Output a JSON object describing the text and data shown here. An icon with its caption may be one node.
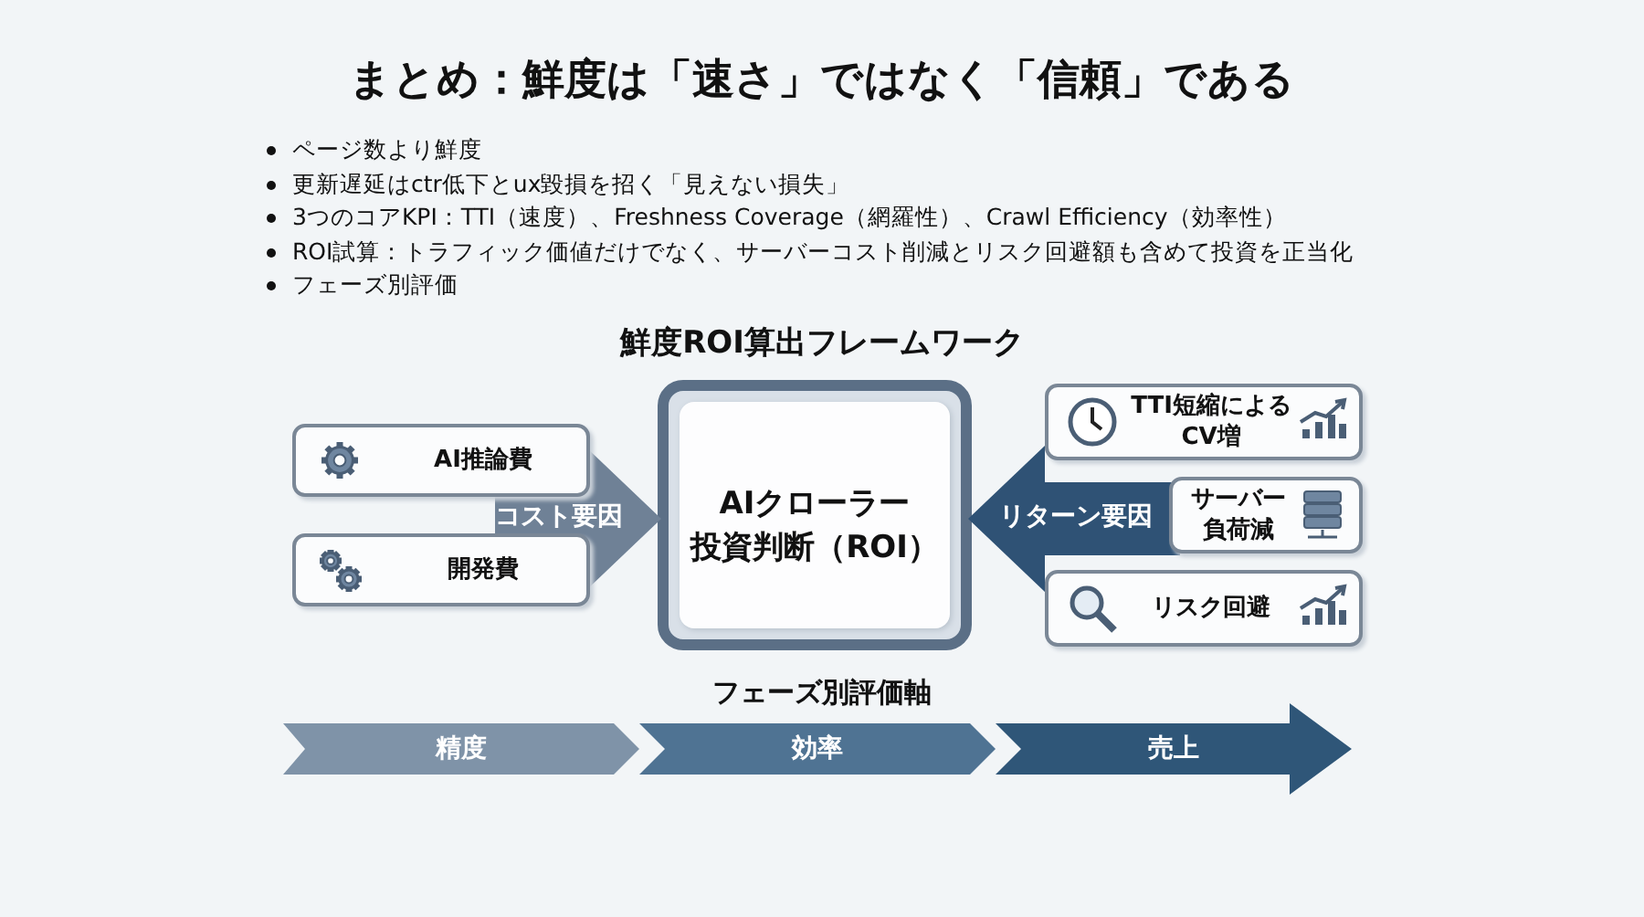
{
  "diagram": {
    "title": "まとめ：鮮度は「速さ」ではなく「信頼」である",
    "nodes": [
      {
        "text": [
          "AI推論費"
        ]
      },
      {
        "text": [
          "開発費"
        ]
      },
      {
        "text": [
          "AIクローラー投資判断（ROI）"
        ]
      },
      {
        "text": [
          "TTI短縮によるCV増"
        ]
      },
      {
        "text": [
          "サーバー負荷減"
        ]
      },
      {
        "text": [
          "リスク回避"
        ]
      },
      {
        "text": [
          "精度"
        ]
      },
      {
        "text": [
          "効率"
        ]
      },
      {
        "text": [
          "売上"
        ]
      }
    ],
    "edges": [
      {
        "from": 0,
        "to": 2,
        "arrow": "to",
        "label": "コスト要因",
        "style": "thick",
        "color": "#6f8196"
      },
      {
        "from": 1,
        "to": 2,
        "arrow": "to",
        "style": "thick",
        "color": "#6f8196"
      },
      {
        "from": 3,
        "to": 2,
        "arrow": "to",
        "label": "リターン要因",
        "style": "thick",
        "color": "#2f5275"
      },
      {
        "from": 4,
        "to": 2,
        "arrow": "to",
        "style": "thick",
        "color": "#2f5275"
      },
      {
        "from": 5,
        "to": 2,
        "arrow": "to",
        "style": "thick",
        "color": "#2f5275"
      }
    ],
    "labels": [
      "ページ数より鮮度",
      "更新遅延はctr低下とux毀損を招く「見えない損失」",
      "3つのコアKPI：TTI（速度）、Freshness Coverage（網羅性）、Crawl Efficiency（効率性）",
      "ROI試算：トラフィック価値だけでなく、サーバーコスト削減とリスク回避額も含めて投資を正当化",
      "フェーズ別評価",
      "鮮度ROI算出フレームワーク",
      "フェーズ別評価軸"
    ]
  }
}
